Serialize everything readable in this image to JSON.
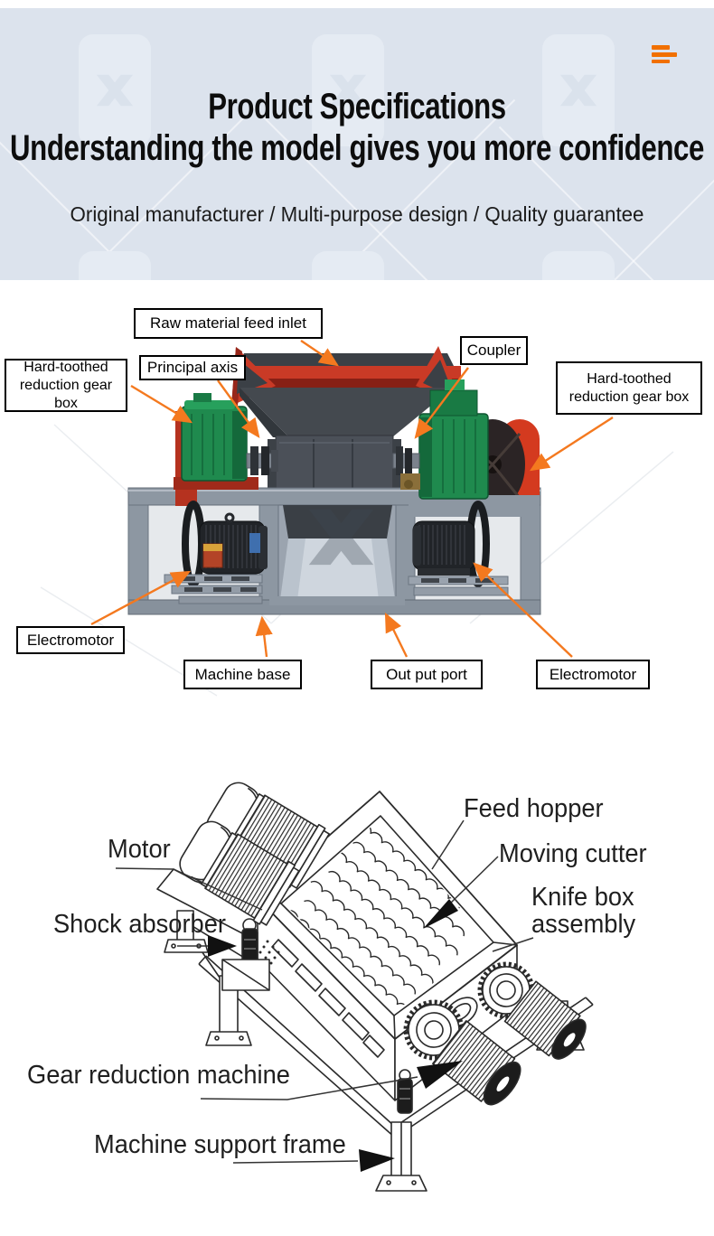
{
  "header": {
    "menu_icon": "hamburger-menu",
    "accent_color": "#f17000",
    "bg_color": "#dce3ed",
    "title_line1": "Product Specifications",
    "title_line2": "Understanding the model gives you more confidence",
    "subtitle": "Original manufacturer / Multi-purpose design / Quality guarantee"
  },
  "photo_diagram": {
    "arrow_color": "#f4791f",
    "labels": {
      "raw_material_feed_inlet": "Raw material feed inlet",
      "principal_axis": "Principal axis",
      "coupler": "Coupler",
      "hard_toothed_left": "Hard-toothed reduction gear box",
      "hard_toothed_right": "Hard-toothed reduction gear box",
      "electromotor_left": "Electromotor",
      "machine_base": "Machine base",
      "out_put_port": "Out put port",
      "electromotor_right": "Electromotor"
    }
  },
  "line_diagram": {
    "labels": {
      "feed_hopper": "Feed hopper",
      "motor": "Motor",
      "moving_cutter": "Moving cutter",
      "knife_box_assembly": "Knife box assembly",
      "shock_absorber": "Shock absorber",
      "gear_reduction_machine": "Gear reduction machine",
      "machine_support_frame": "Machine support frame"
    }
  }
}
